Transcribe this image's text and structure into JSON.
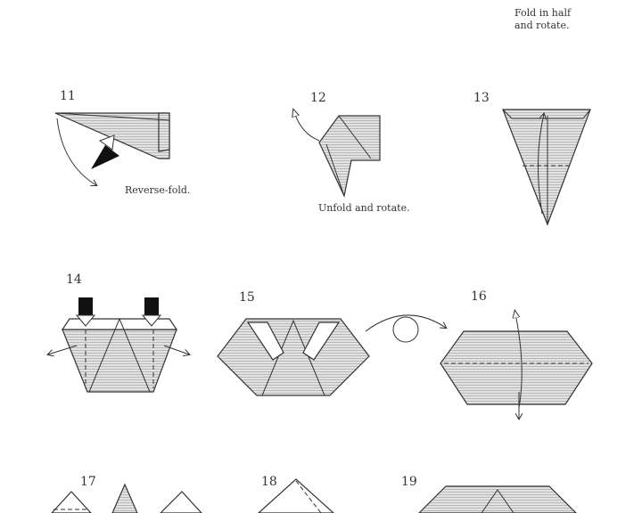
{
  "top": {
    "caption_right_line1": "Fold in half",
    "caption_right_line2": "and rotate."
  },
  "steps": [
    {
      "number": "11",
      "caption": "Reverse-fold."
    },
    {
      "number": "12",
      "caption": "Unfold and rotate."
    },
    {
      "number": "13",
      "caption": ""
    },
    {
      "number": "14",
      "caption": ""
    },
    {
      "number": "15",
      "caption": ""
    },
    {
      "number": "16",
      "caption": ""
    },
    {
      "number": "17",
      "caption": ""
    },
    {
      "number": "18",
      "caption": ""
    },
    {
      "number": "19",
      "caption": ""
    }
  ],
  "colors": {
    "paper_stripe": "#c8c8c8",
    "ink": "#333333",
    "push_arrow": "#111111"
  },
  "icons": [
    "push-arrow-icon",
    "flip-over-icon",
    "fold-arrow-icon"
  ]
}
